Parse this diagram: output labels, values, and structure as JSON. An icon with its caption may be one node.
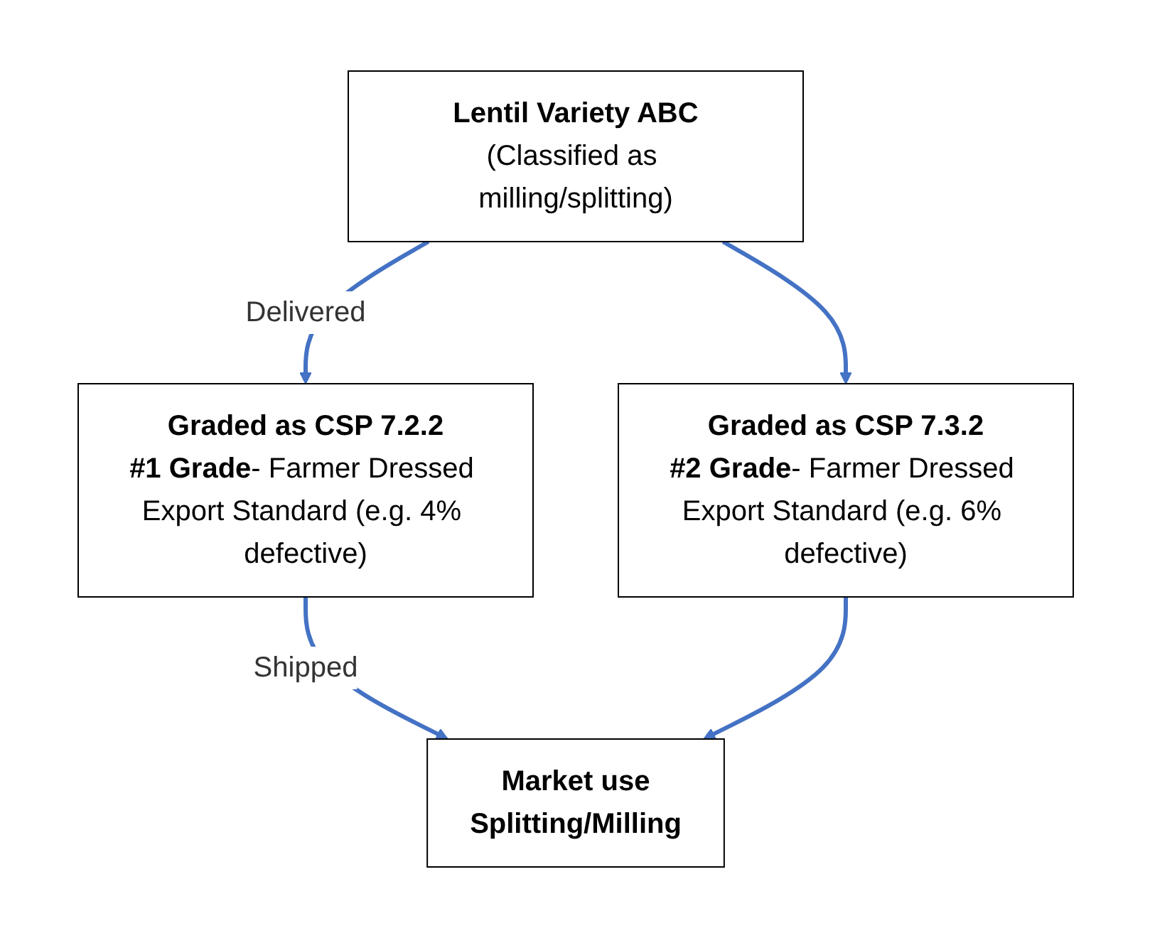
{
  "diagram": {
    "nodes": [
      {
        "text": [
          "Lentil Variety ABC",
          "(Classified as milling/splitting)"
        ]
      },
      {
        "text": [
          "Graded as CSP 7.2.2",
          "**#1 Grade**- Farmer Dressed Export Standard (e.g. 4% defective)"
        ]
      },
      {
        "text": [
          "Graded as CSP 7.3.2",
          "**#2 Grade**- Farmer Dressed Export Standard (e.g. 6% defective)"
        ]
      },
      {
        "text": [
          "Market use",
          "Splitting/Milling"
        ]
      }
    ],
    "edges": [
      {
        "from": 0,
        "to": 1,
        "arrow": "to",
        "label": "Delivered"
      },
      {
        "from": 0,
        "to": 2,
        "arrow": "to"
      },
      {
        "from": 1,
        "to": 3,
        "arrow": "to",
        "label": "Shipped"
      },
      {
        "from": 2,
        "to": 3,
        "arrow": "to"
      }
    ]
  }
}
